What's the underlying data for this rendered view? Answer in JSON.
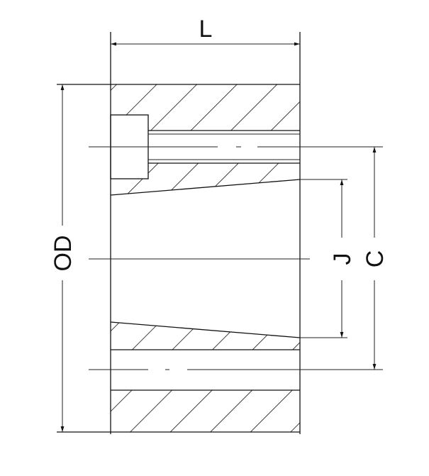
{
  "drawing": {
    "type": "cross-section technical drawing",
    "line_color": "#111111",
    "background": "#ffffff",
    "dimensions": {
      "length_label": "L",
      "outer_diameter_label": "OD",
      "bore_label": "J",
      "bolt_circle_label": "C"
    }
  }
}
